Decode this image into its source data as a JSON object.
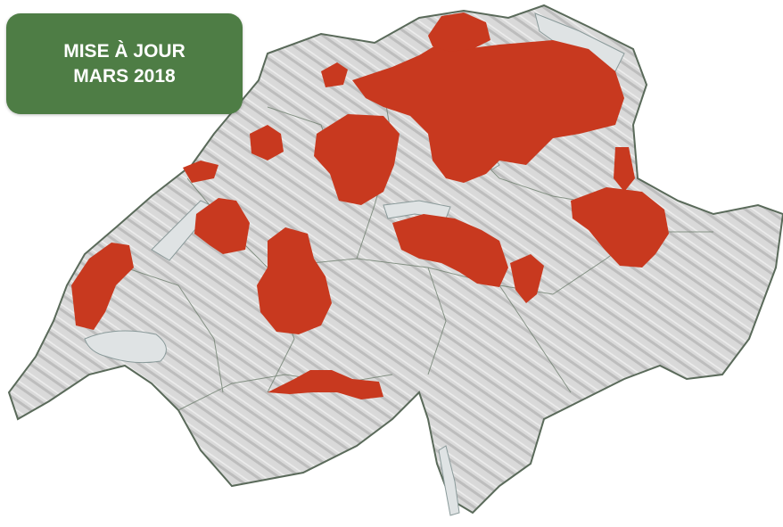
{
  "badge": {
    "line1": "MISE À JOUR",
    "line2": "MARS 2018"
  },
  "map": {
    "country": "Switzerland",
    "colors": {
      "terrain": "#d6d6d6",
      "terrain_shade": "#b9b9b9",
      "borders": "#5a6a5a",
      "lakes": "#dfe3e4",
      "highlight": "#c8391f",
      "badge": "#4e7d45"
    },
    "legend": "none"
  }
}
